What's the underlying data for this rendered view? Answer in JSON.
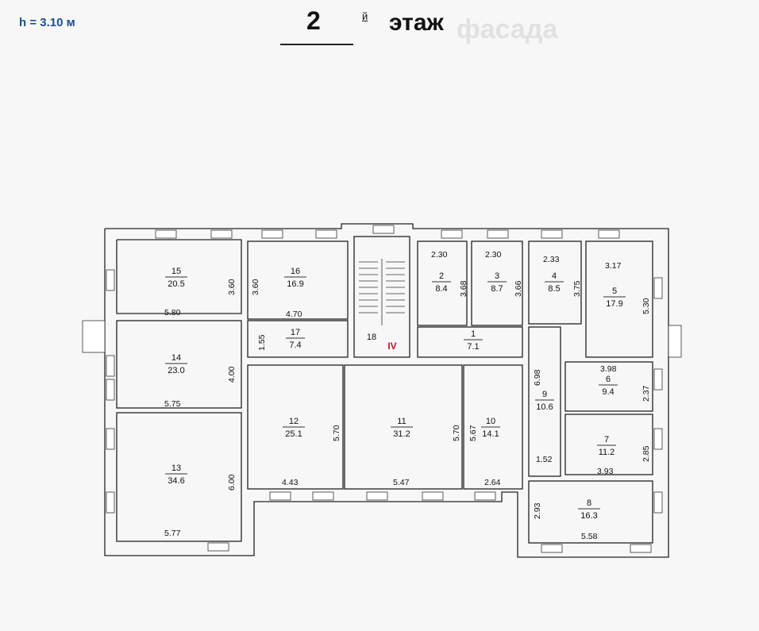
{
  "header": {
    "height_label": "h = 3.10 м",
    "floor_number": "2",
    "floor_suffix": "й",
    "floor_word": "этаж",
    "faded_text": "фасада"
  },
  "stair_label": "IV",
  "rooms": [
    {
      "id": "rooms.0",
      "num": "15",
      "area": "20.5"
    },
    {
      "id": "rooms.1",
      "num": "16",
      "area": "16.9"
    },
    {
      "id": "rooms.2",
      "num": "2",
      "area": "8.4"
    },
    {
      "id": "rooms.3",
      "num": "3",
      "area": "8.7"
    },
    {
      "id": "rooms.4",
      "num": "4",
      "area": "8.5"
    },
    {
      "id": "rooms.5",
      "num": "5",
      "area": "17.9"
    },
    {
      "id": "rooms.6",
      "num": "17",
      "area": "7.4"
    },
    {
      "id": "rooms.7",
      "num": "18",
      "area": ""
    },
    {
      "id": "rooms.8",
      "num": "1",
      "area": "7.1"
    },
    {
      "id": "rooms.9",
      "num": "14",
      "area": "23.0"
    },
    {
      "id": "rooms.10",
      "num": "6",
      "area": "9.4"
    },
    {
      "id": "rooms.11",
      "num": "9",
      "area": "10.6"
    },
    {
      "id": "rooms.12",
      "num": "12",
      "area": "25.1"
    },
    {
      "id": "rooms.13",
      "num": "11",
      "area": "31.2"
    },
    {
      "id": "rooms.14",
      "num": "10",
      "area": "14.1"
    },
    {
      "id": "rooms.15",
      "num": "7",
      "area": "11.2"
    },
    {
      "id": "rooms.16",
      "num": "13",
      "area": "34.6"
    },
    {
      "id": "rooms.17",
      "num": "8",
      "area": "16.3"
    }
  ],
  "dimensions": [
    "3.60",
    "3.60",
    "2.30",
    "2.30",
    "2.33",
    "3.17",
    "3.68",
    "3.66",
    "3.75",
    "5.30",
    "5.80",
    "4.70",
    "1.55",
    "4.00",
    "3.98",
    "2.37",
    "6.98",
    "5.75",
    "5.70",
    "5.70",
    "5.67",
    "2.85",
    "1.52",
    "3.93",
    "6.00",
    "4.43",
    "5.47",
    "2.64",
    "2.93",
    "5.77",
    "5.58"
  ]
}
